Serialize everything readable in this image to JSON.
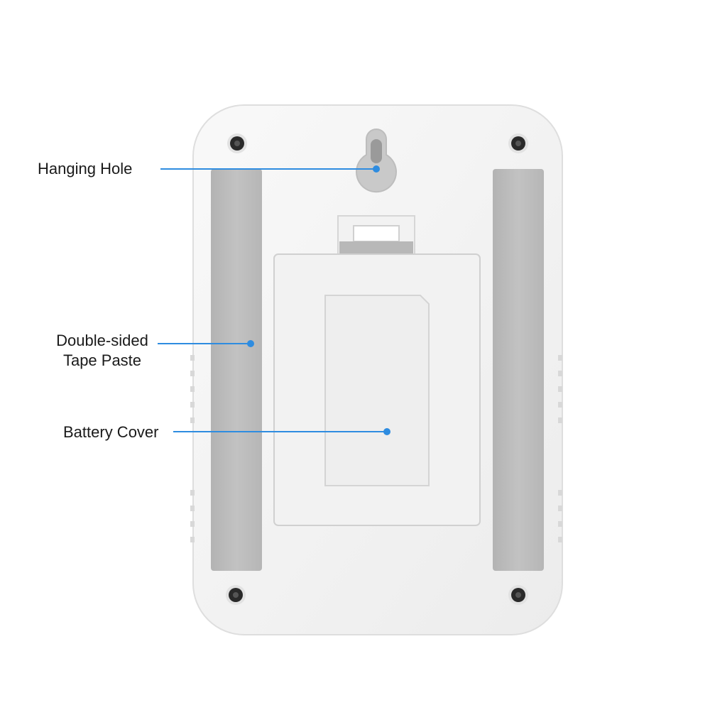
{
  "callouts": {
    "hanging_hole": {
      "label": "Hanging Hole"
    },
    "tape_paste": {
      "line1": "Double-sided",
      "line2": "Tape Paste"
    },
    "battery_cover": {
      "label": "Battery Cover"
    }
  },
  "colors": {
    "callout_accent": "#2e8ce0",
    "device_body": "#f4f4f4",
    "tape_strip": "#bcbcbc",
    "screw_hole": "#2a2a2a"
  },
  "icons": {
    "screw": "screw-hole-icon",
    "hanging": "keyhole-icon"
  }
}
